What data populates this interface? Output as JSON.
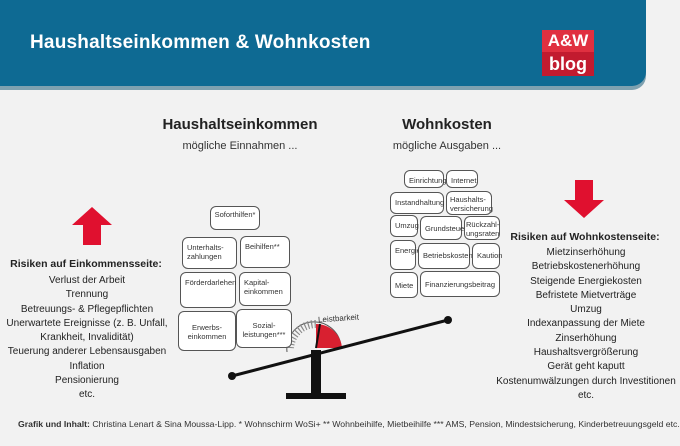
{
  "header": {
    "title": "Haushaltseinkommen & Wohnkosten",
    "logo_top": "A&W",
    "logo_bottom": "blog"
  },
  "income": {
    "heading": "Haushaltseinkommen",
    "subheading": "mögliche Einnahmen ...",
    "boxes": {
      "soforthilfen": "Soforthilfen*",
      "unterhalt": "Unterhalts-\nzahlungen",
      "beihilfen": "Beihilfen**",
      "foerderdarlehen": "Förderdarlehen",
      "kapital": "Kapital-\neinkommen",
      "erwerb": "Erwerbs-\neinkommen",
      "sozial": "Sozial-\nleistungen***"
    },
    "risk_title": "Risiken auf Einkommensseite:",
    "risks": [
      "Verlust der Arbeit",
      "Trennung",
      "Betreuungs- & Pflegepflichten",
      "Unerwartete Ereignisse (z. B. Unfall,",
      "Krankheit, Invalidität)",
      "Teuerung anderer Lebensausgaben",
      "Inflation",
      "Pensionierung",
      "etc."
    ]
  },
  "costs": {
    "heading": "Wohnkosten",
    "subheading": "mögliche Ausgaben ...",
    "boxes": {
      "einrichtung": "Einrichtung",
      "internet": "Internet",
      "instandhaltung": "Instandhaltung",
      "haushaltsversicherung": "Haushalts-\nversicherung",
      "umzug": "Umzug",
      "grundsteuer": "Grundsteuer",
      "rueckzahl": "Rückzahl-\nungsraten",
      "energie": "Energie",
      "betriebskosten": "Betriebskosten",
      "kaution": "Kaution",
      "miete": "Miete",
      "finanzierung": "Finanzierungsbeitrag"
    },
    "risk_title": "Risiken auf Wohnkostenseite:",
    "risks": [
      "Mietzinserhöhung",
      "Betriebskostenerhöhung",
      "Steigende Energiekosten",
      "Befristete Mietverträge",
      "Umzug",
      "Indexanpassung der Miete",
      "Zinserhöhung",
      "Haushaltsvergrößerung",
      "Gerät geht kaputt",
      "Kostenumwälzungen durch Investitionen",
      "etc."
    ]
  },
  "gauge_label": "Leistbarkeit",
  "footer": {
    "label": "Grafik und Inhalt:",
    "text": " Christina Lenart & Sina Moussa-Lipp. * Wohnschirm WoSi+  ** Wohnbeihilfe, Mietbeihilfe  *** AMS, Pension, Mindestsicherung, Kinderbetreuungsgeld etc."
  },
  "colors": {
    "banner": "#0e6a93",
    "logo_red": "#c21b2f",
    "arrow_red": "#e0102f"
  }
}
